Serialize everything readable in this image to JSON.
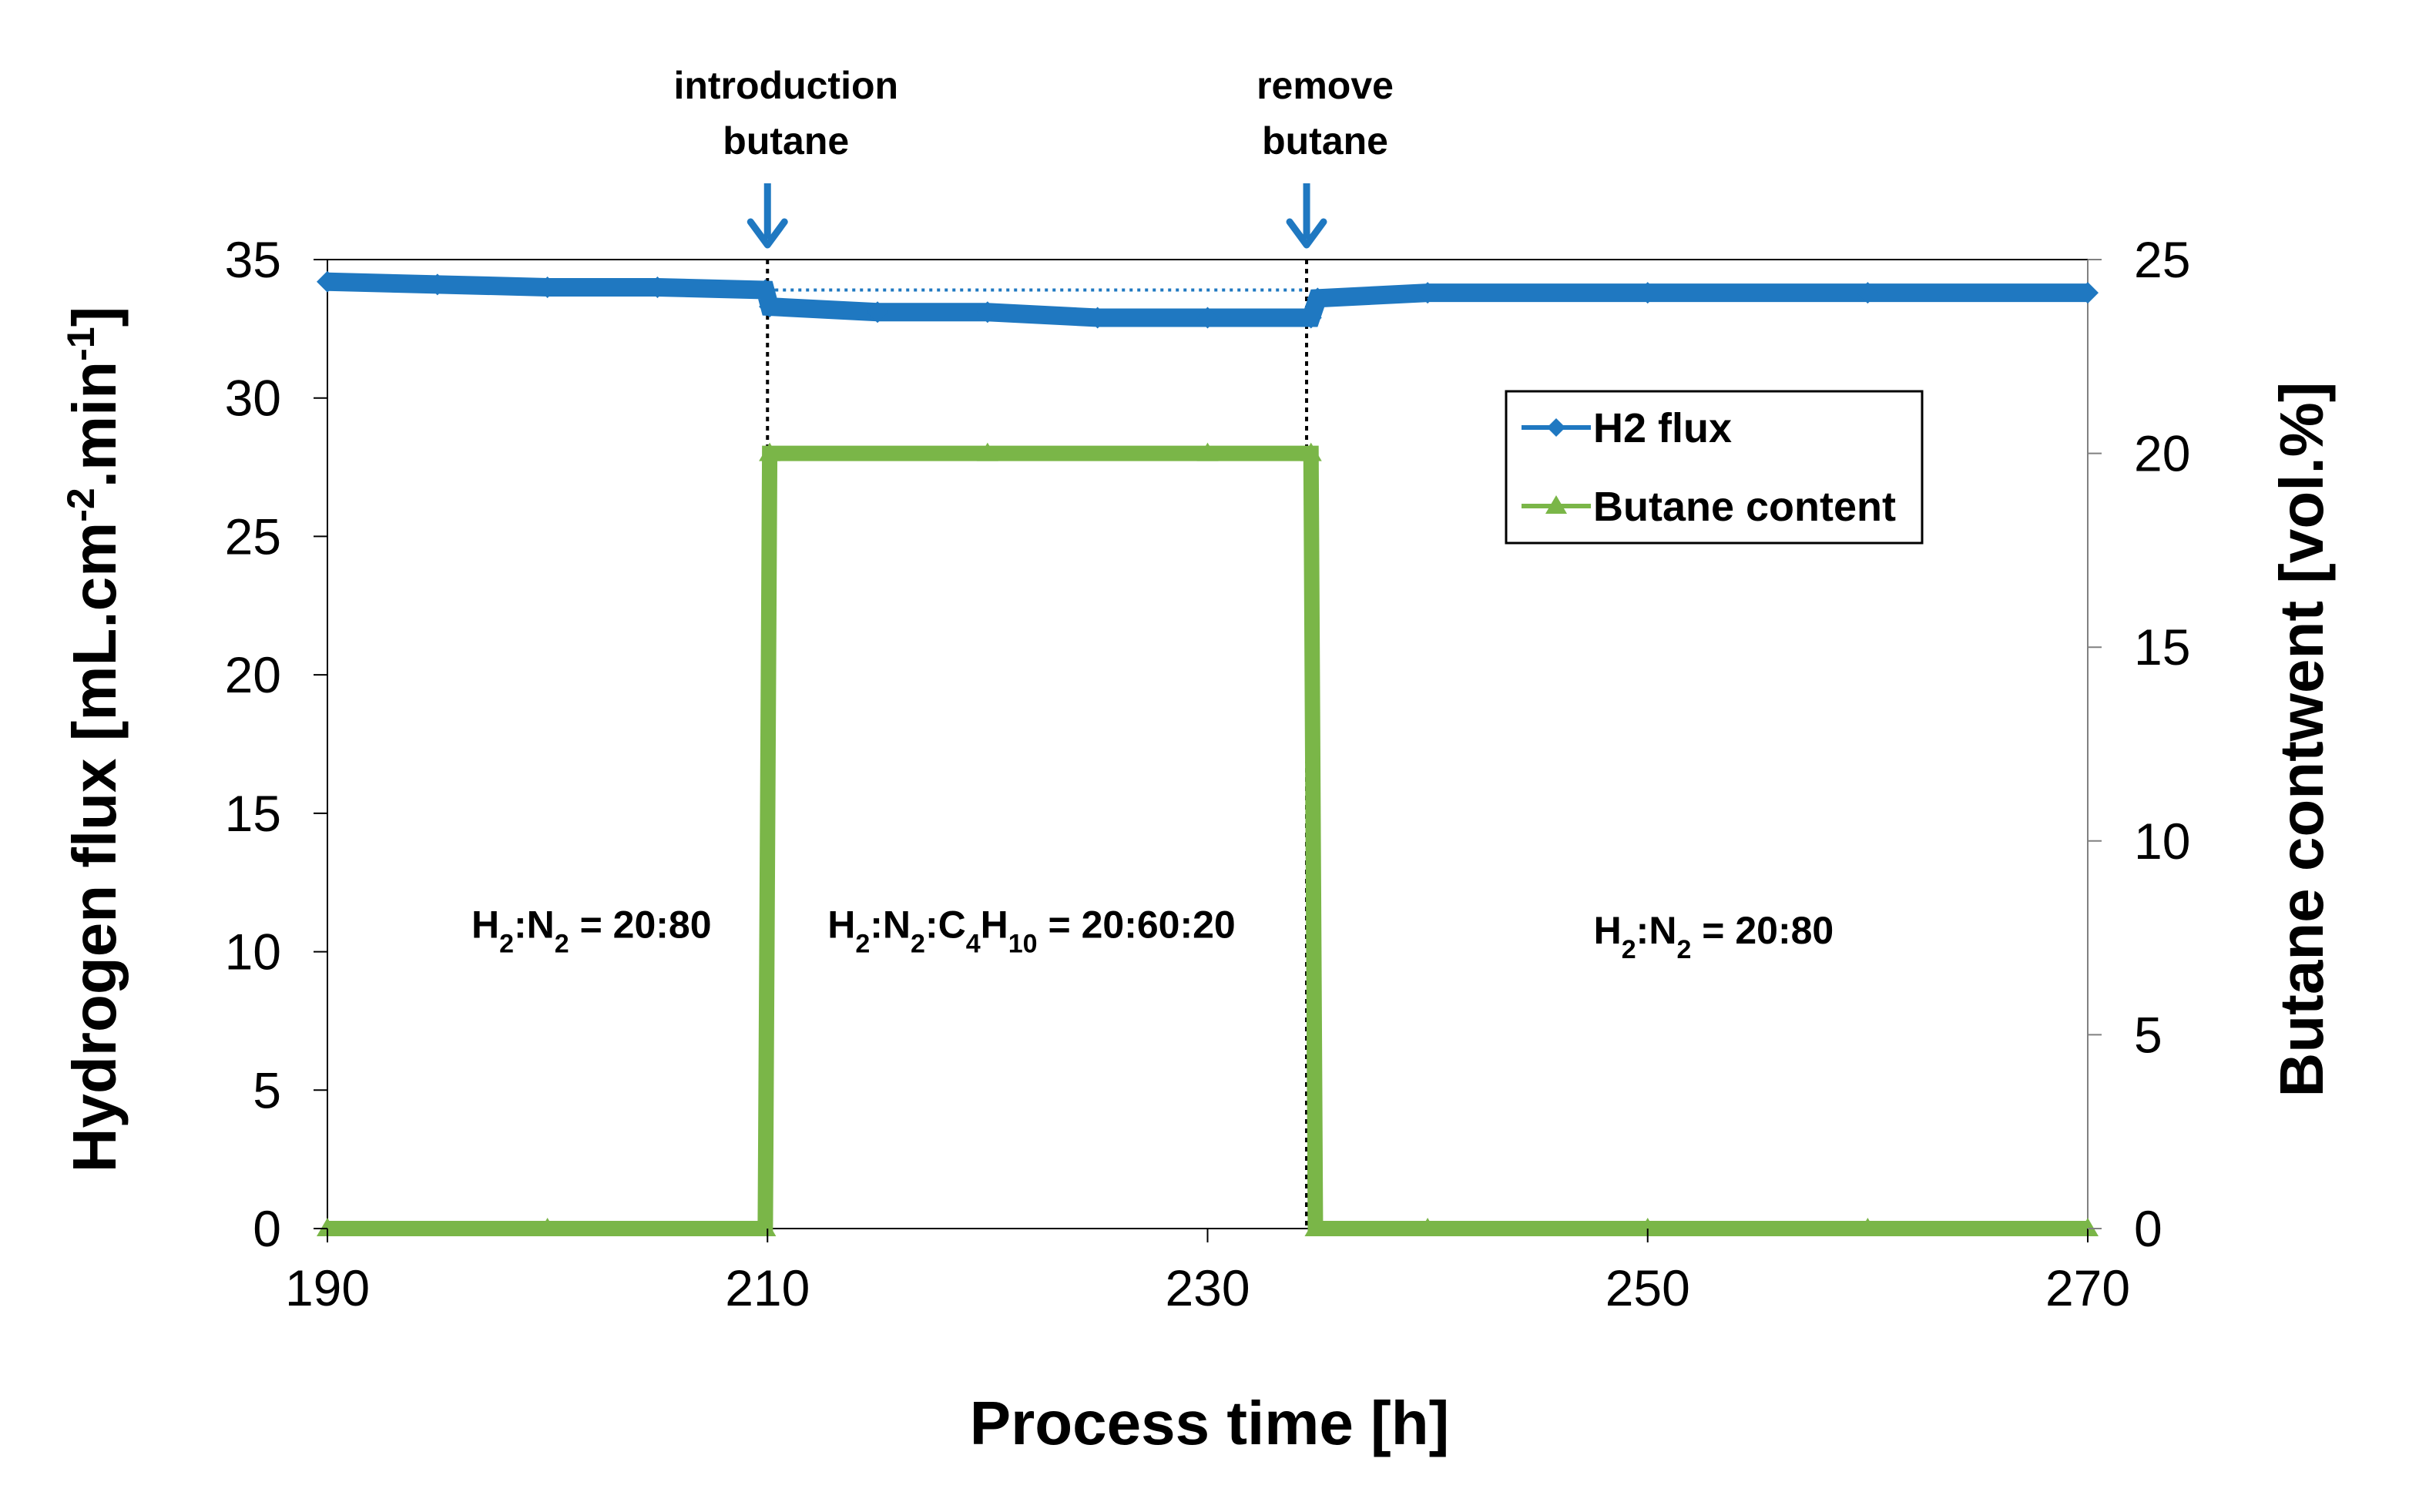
{
  "chart_data": {
    "type": "line",
    "xlabel": "Process time [h]",
    "ylabel": "Hydrogen flux [mL.cm-2.min-1]",
    "y2label": "Butane contwent [vol.%]",
    "xlim": [
      190,
      270
    ],
    "ylim": [
      0,
      35
    ],
    "y2lim": [
      0,
      25
    ],
    "xticks": [
      190,
      210,
      230,
      250,
      270
    ],
    "yticks": [
      0,
      5,
      10,
      15,
      20,
      25,
      30,
      35
    ],
    "y2ticks": [
      0,
      5,
      10,
      15,
      20,
      25
    ],
    "grid": false,
    "legend_position": "top-right",
    "series": [
      {
        "name": "H2 flux",
        "axis": "left",
        "color": "#1f78c1",
        "marker": "diamond",
        "x": [
          190,
          195,
          200,
          205,
          209.9,
          210.1,
          215,
          220,
          225,
          230,
          234.7,
          235,
          240,
          250,
          260,
          270
        ],
        "y": [
          34.2,
          34.1,
          34.0,
          34.0,
          33.9,
          33.3,
          33.1,
          33.1,
          32.9,
          32.9,
          32.9,
          33.6,
          33.8,
          33.8,
          33.8,
          33.8
        ]
      },
      {
        "name": "Butane content",
        "axis": "right",
        "color": "#7ab648",
        "marker": "triangle",
        "x": [
          190,
          200,
          209.9,
          210.1,
          220,
          230,
          234.7,
          234.9,
          240,
          250,
          260,
          270
        ],
        "y": [
          0,
          0,
          0,
          20,
          20,
          20,
          20,
          0,
          0,
          0,
          0,
          0
        ]
      }
    ],
    "reference_lines": {
      "vertical_x": [
        210,
        234.5
      ],
      "dashed_segment": {
        "x": [
          210,
          234.5
        ],
        "y": 33.9
      }
    },
    "annotations": {
      "introduction": {
        "x": 210,
        "line1": "introduction",
        "line2": "butane"
      },
      "remove": {
        "x": 234.5,
        "line1": "remove",
        "line2": "butane"
      },
      "regions": [
        {
          "x": 202,
          "y": 10.5,
          "parts": [
            {
              "t": "H",
              "sub": false
            },
            {
              "t": "2",
              "sub": true
            },
            {
              "t": ":N",
              "sub": false
            },
            {
              "t": "2",
              "sub": true
            },
            {
              "t": " = 20:80",
              "sub": false
            }
          ]
        },
        {
          "x": 222,
          "y": 10.5,
          "parts": [
            {
              "t": "H",
              "sub": false
            },
            {
              "t": "2",
              "sub": true
            },
            {
              "t": ":N",
              "sub": false
            },
            {
              "t": "2",
              "sub": true
            },
            {
              "t": ":C",
              "sub": false
            },
            {
              "t": "4",
              "sub": true
            },
            {
              "t": "H",
              "sub": false
            },
            {
              "t": "10",
              "sub": true
            },
            {
              "t": " = 20:60:20",
              "sub": false
            }
          ]
        },
        {
          "x": 253,
          "y": 10.3,
          "parts": [
            {
              "t": "H",
              "sub": false
            },
            {
              "t": "2",
              "sub": true
            },
            {
              "t": ":N",
              "sub": false
            },
            {
              "t": "2",
              "sub": true
            },
            {
              "t": " = 20:80",
              "sub": false
            }
          ]
        }
      ]
    }
  }
}
